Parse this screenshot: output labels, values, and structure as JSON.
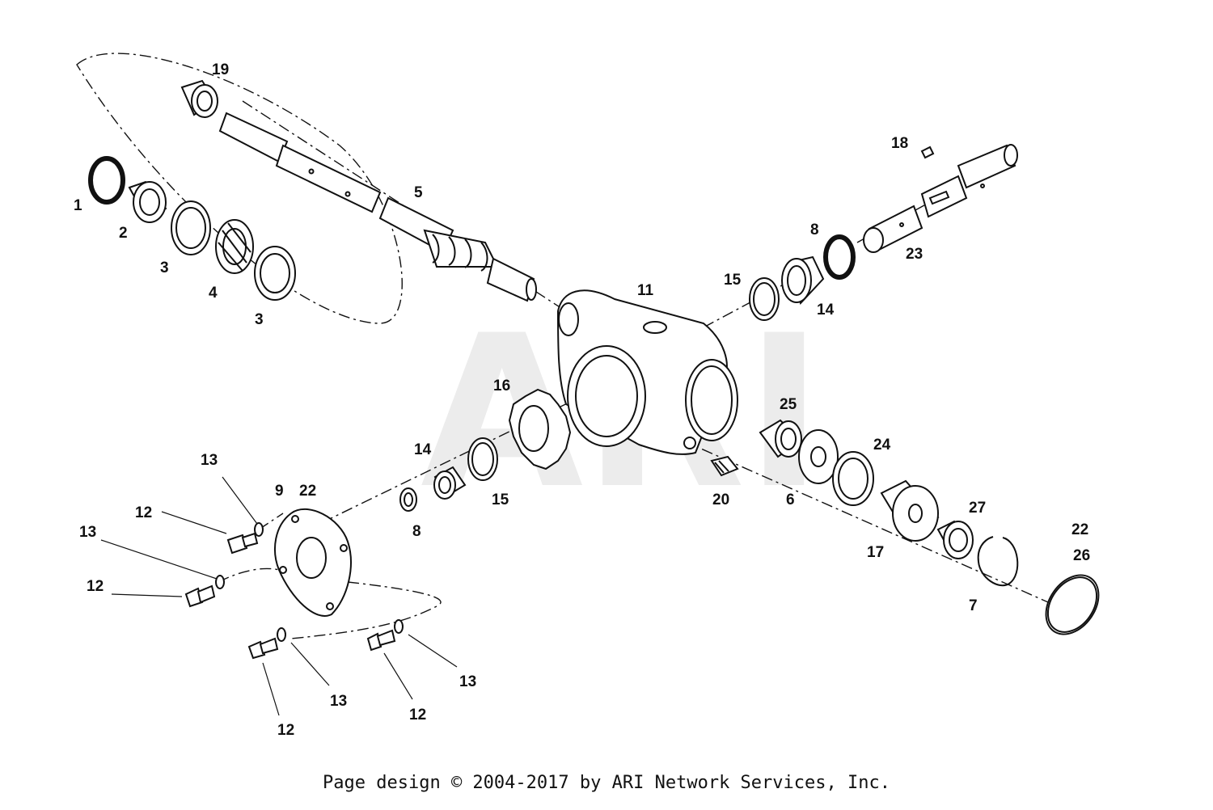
{
  "watermark": "ARI",
  "footer": "Page design © 2004-2017 by ARI Network Services, Inc.",
  "callouts": {
    "c1": "1",
    "c2": "2",
    "c3a": "3",
    "c3b": "3",
    "c4": "4",
    "c5": "5",
    "c6": "6",
    "c7": "7",
    "c8a": "8",
    "c8b": "8",
    "c9": "9",
    "c11": "11",
    "c12a": "12",
    "c12b": "12",
    "c12c": "12",
    "c12d": "12",
    "c13a": "13",
    "c13b": "13",
    "c13c": "13",
    "c13d": "13",
    "c14a": "14",
    "c14b": "14",
    "c15a": "15",
    "c15b": "15",
    "c16": "16",
    "c17": "17",
    "c18": "18",
    "c19": "19",
    "c20": "20",
    "c22a": "22",
    "c22b": "22",
    "c23": "23",
    "c24": "24",
    "c25": "25",
    "c26": "26",
    "c27": "27"
  }
}
